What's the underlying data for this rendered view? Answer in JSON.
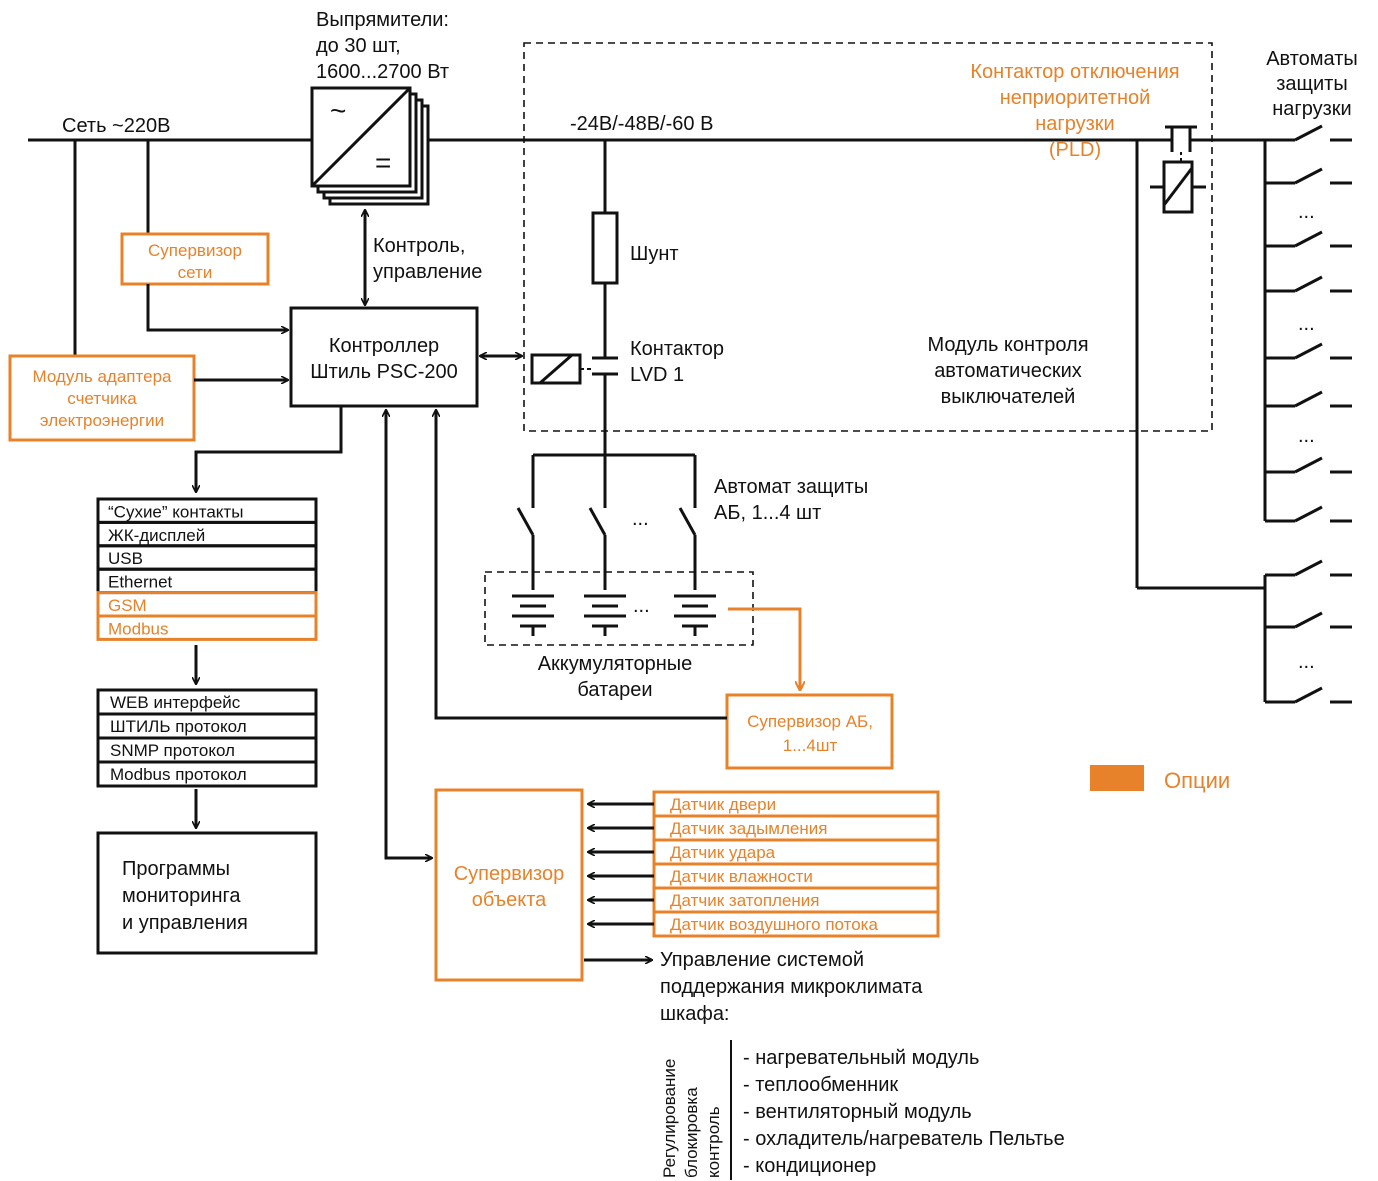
{
  "colors": {
    "line": "#111111",
    "option": "#e8822a"
  },
  "rectifiers": {
    "line1": "Выпрямители:",
    "line2": "до 30 шт,",
    "line3": "1600...2700 Вт",
    "ac_symbol": "~",
    "dc_symbol": "="
  },
  "mains": {
    "label": "Сеть  ~220В"
  },
  "dc_bus": {
    "label": "-24В/-48В/-60 В"
  },
  "control_link": {
    "line1": "Контроль,",
    "line2": "управление"
  },
  "grid_supervisor": {
    "line1": "Супервизор",
    "line2": "сети"
  },
  "meter_adapter": {
    "line1": "Модуль адаптера",
    "line2": "счетчика",
    "line3": "электроэнергии"
  },
  "controller": {
    "line1": "Контроллер",
    "line2": "Штиль PSC-200"
  },
  "shunt": {
    "label": "Шунт"
  },
  "lvd": {
    "line1": "Контактор",
    "line2": "LVD 1"
  },
  "breaker_module": {
    "line1": "Модуль контроля",
    "line2": "автоматических",
    "line3": "выключателей"
  },
  "pld": {
    "line1": "Контактор отключения",
    "line2": "неприоритетной",
    "line3": "нагрузки",
    "line4": "(PLD)"
  },
  "load_breakers": {
    "line1": "Автоматы",
    "line2": "защиты",
    "line3": "нагрузки",
    "ellipsis": "..."
  },
  "battery_breaker": {
    "line1": "Автомат защиты",
    "line2": "АБ, 1...4 шт",
    "ellipsis": "..."
  },
  "batteries": {
    "line1": "Аккумуляторные",
    "line2": "батареи",
    "ellipsis": "..."
  },
  "battery_supervisor": {
    "line1": "Супервизор АБ,",
    "line2": "1...4шт"
  },
  "interfaces": [
    {
      "label": "“Сухие” контакты",
      "option": false
    },
    {
      "label": "ЖК-дисплей",
      "option": false
    },
    {
      "label": "USB",
      "option": false
    },
    {
      "label": "Ethernet",
      "option": false
    },
    {
      "label": "GSM",
      "option": true
    },
    {
      "label": "Modbus",
      "option": true
    }
  ],
  "protocols": [
    "WEB интерфейс",
    "ШТИЛЬ протокол",
    "SNMP протокол",
    "Modbus протокол"
  ],
  "monitoring": {
    "line1": "Программы",
    "line2": "мониторинга",
    "line3": "и управления"
  },
  "object_supervisor": {
    "line1": "Супервизор",
    "line2": "объекта"
  },
  "sensors": [
    "Датчик двери",
    "Датчик задымления",
    "Датчик удара",
    "Датчик влажности",
    "Датчик затопления",
    "Датчик воздушного потока"
  ],
  "climate": {
    "line1": "Управление системой",
    "line2": "поддержания микроклимата",
    "line3": "шкафа:",
    "side_labels": [
      "Регулирование",
      "блокировка",
      "контроль"
    ],
    "items": [
      "- нагревательный модуль",
      "- теплообменник",
      "- вентиляторный модуль",
      "- охладитель/нагреватель Пельтье",
      "- кондиционер"
    ]
  },
  "legend": {
    "label": "Опции"
  }
}
